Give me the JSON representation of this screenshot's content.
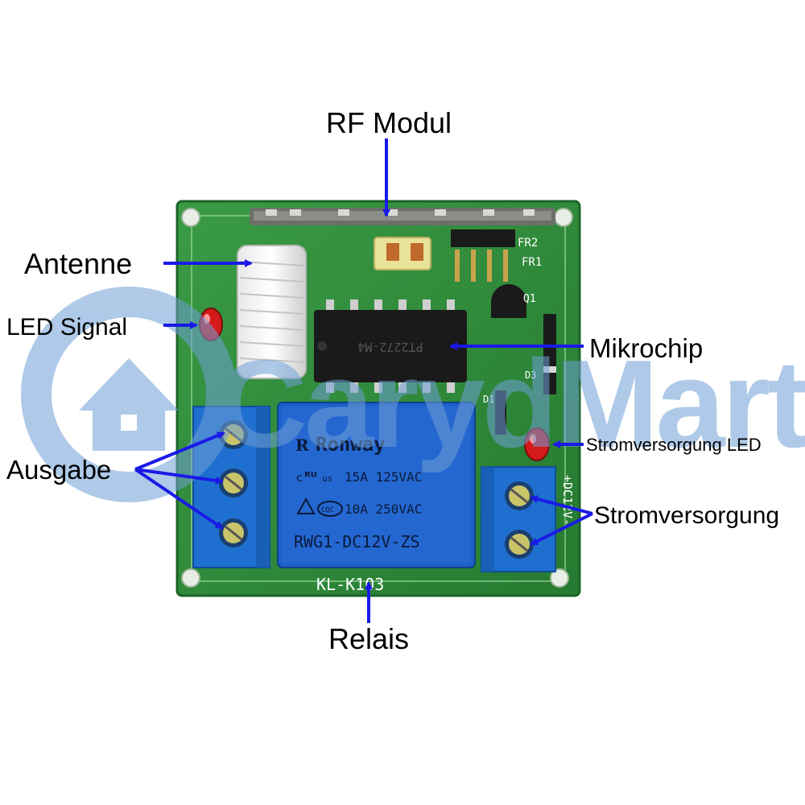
{
  "labels": {
    "rf_module": "RF Modul",
    "antenna": "Antenne",
    "led_signal": "LED Signal",
    "output": "Ausgabe",
    "microchip": "Mikrochip",
    "power_led": "Stromversorgung LED",
    "power_supply": "Stromversorgung",
    "relay": "Relais"
  },
  "board": {
    "model": "KL-K103",
    "fr1": "FR1",
    "fr2": "FR2",
    "q1": "Q1",
    "d1": "D1",
    "d3": "D3",
    "power_terminal": "+DC12V-",
    "chip_marking": "PT2272-M4"
  },
  "relay": {
    "brand": "Ronway",
    "cert": "us",
    "rating1": "15A 125VAC",
    "rating2": "10A 250VAC",
    "cqc": "CQC",
    "model": "RWG1-DC12V-ZS"
  },
  "watermark": {
    "text": "CarydMart"
  },
  "colors": {
    "pcb": "#2f8a3a",
    "arrow": "#1a1ae6",
    "terminal": "#1e6fd0",
    "relay": "#1c5fc8",
    "watermark": "#6f9fd6"
  }
}
